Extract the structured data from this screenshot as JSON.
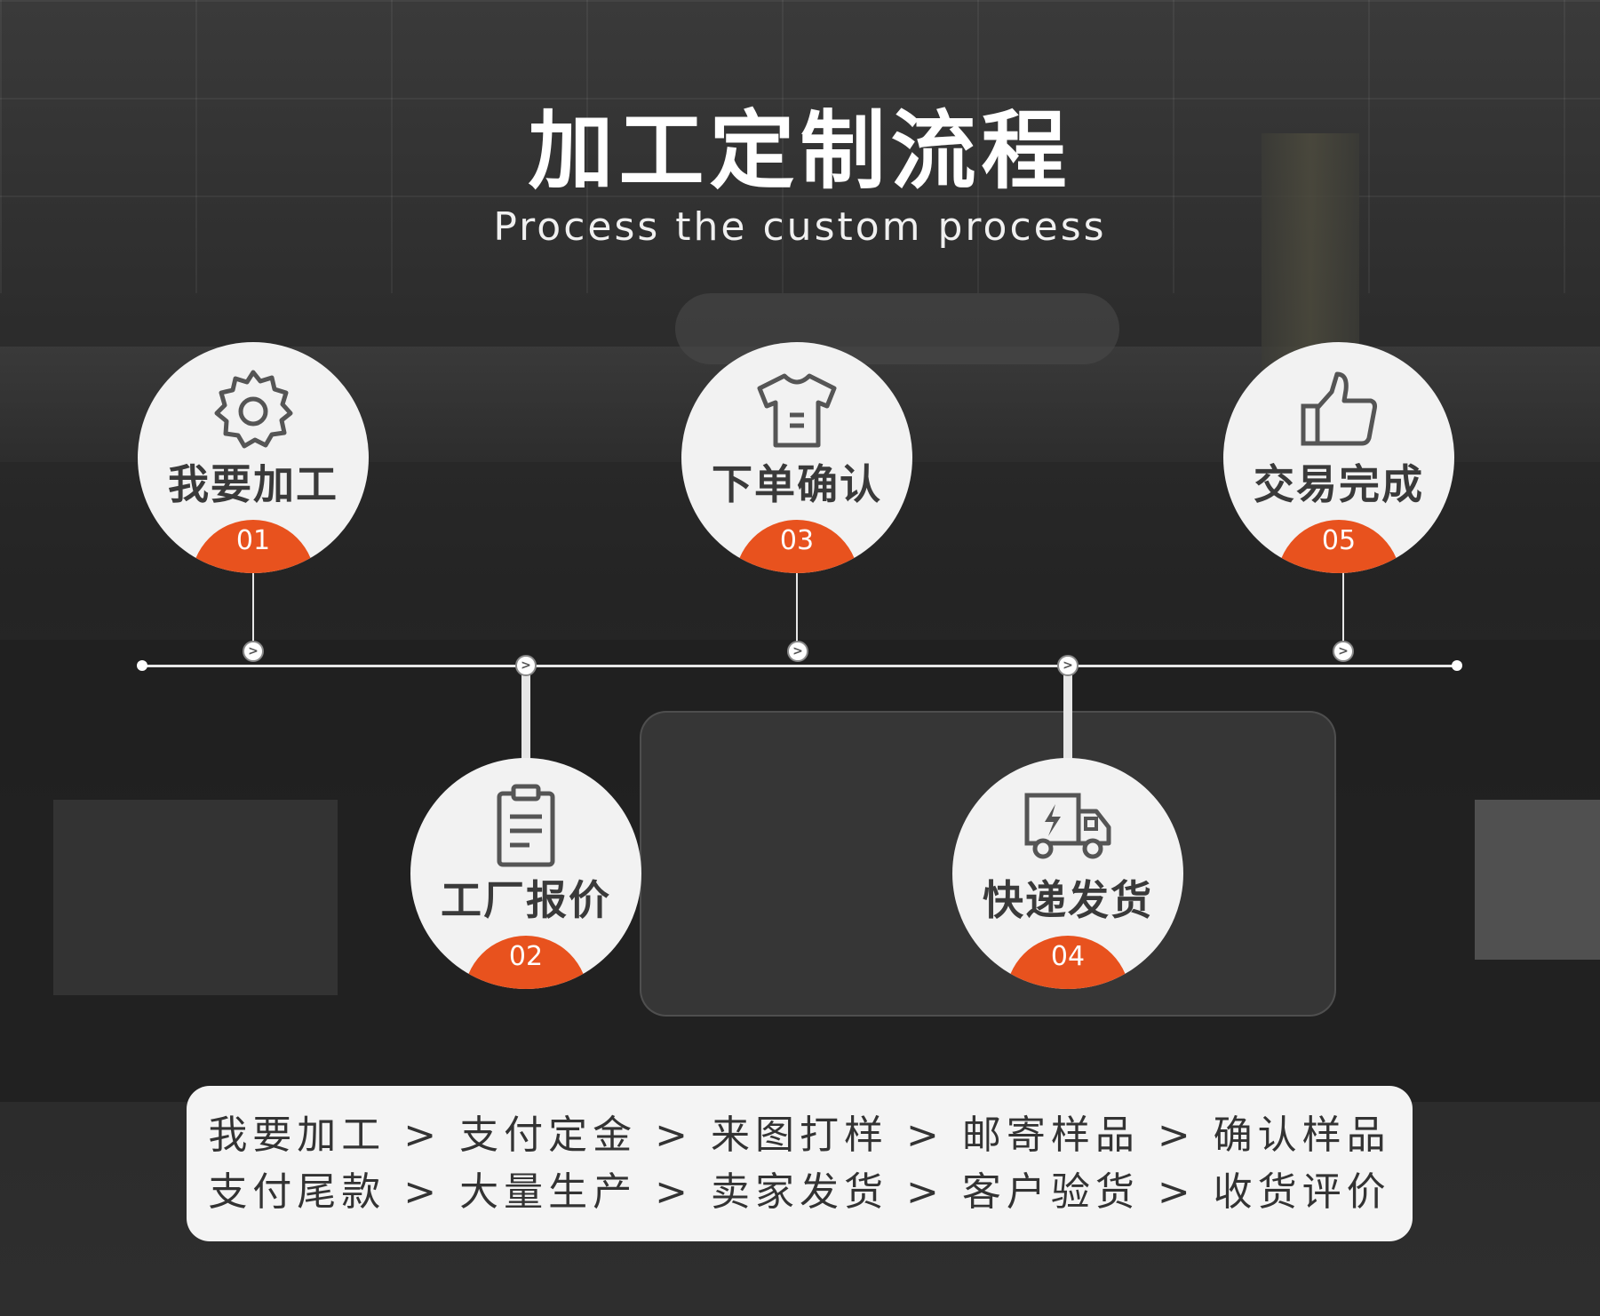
{
  "header": {
    "title_cn": "加工定制流程",
    "title_en": "Process the custom process"
  },
  "steps": [
    {
      "label": "我要加工",
      "number": "01",
      "icon": "gear-icon"
    },
    {
      "label": "工厂报价",
      "number": "02",
      "icon": "clipboard-icon"
    },
    {
      "label": "下单确认",
      "number": "03",
      "icon": "tshirt-icon"
    },
    {
      "label": "快递发货",
      "number": "04",
      "icon": "delivery-truck-icon"
    },
    {
      "label": "交易完成",
      "number": "05",
      "icon": "thumbs-up-icon"
    }
  ],
  "timeline": {
    "arrow_glyph": ">"
  },
  "summary": {
    "row1": "我要加工 > 支付定金 > 来图打样 > 邮寄样品 > 确认样品",
    "row2": "支付尾款 > 大量生产 > 卖家发货 > 客户验货 > 收货评价"
  },
  "colors": {
    "accent": "#e8521e",
    "circle_bg": "#f2f2f2",
    "label_text": "#3a3a3a",
    "background": "#2a2a2a"
  }
}
